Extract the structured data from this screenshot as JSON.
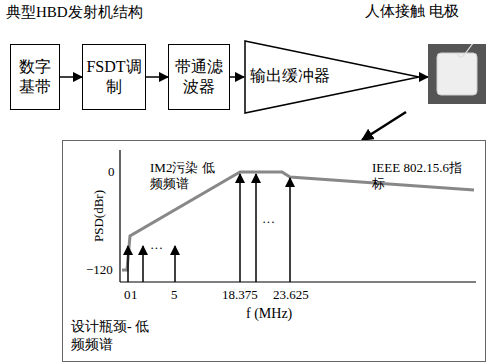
{
  "diagram": {
    "title": "典型HBD发射机结构",
    "nodes": [
      {
        "text": [
          "数字基带"
        ]
      },
      {
        "text": [
          "FSDT调制"
        ]
      },
      {
        "text": [
          "带通滤波器"
        ]
      },
      {
        "text": [
          "输出缓冲器"
        ]
      },
      {
        "text": [
          "人体接触 电极"
        ]
      },
      {
        "text": [
          "设计瓶颈- 低频频谱"
        ]
      }
    ],
    "edges": [
      {
        "from": 0,
        "to": 1,
        "arrow": "to"
      },
      {
        "from": 1,
        "to": 2,
        "arrow": "to"
      },
      {
        "from": 2,
        "to": 3,
        "arrow": "to"
      },
      {
        "from": 3,
        "to": 4,
        "arrow": "to"
      },
      {
        "from": 3,
        "to": 5,
        "arrow": "to"
      }
    ],
    "labels": [
      "IM2污染 低频频谱",
      "IEEE 802.15.6指标",
      "PSD(dBr)",
      "0",
      "−120",
      "0",
      "1",
      "5",
      "18.375",
      "23.625",
      "f (MHz)",
      "···",
      "···"
    ]
  }
}
